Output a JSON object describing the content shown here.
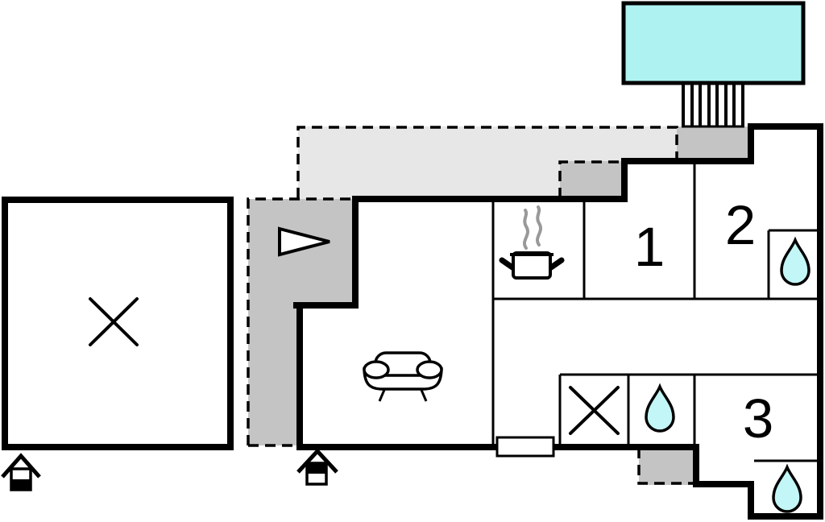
{
  "diagram": {
    "type": "vacation-home-floor-plan",
    "rooms": [
      {
        "label": "1"
      },
      {
        "label": "2"
      },
      {
        "label": "3"
      }
    ],
    "features": [
      "swimming-pool",
      "pool-steps",
      "covered-terrace-dashed",
      "side-terrace",
      "entrance-arrow",
      "annex-room-cross",
      "sofa",
      "cooking-pot",
      "shower-cross",
      "washbasin-drop-hall",
      "washbasin-drop-room2",
      "washbasin-drop-room3",
      "entrance-door",
      "ground-floor-indicator",
      "upper-floor-indicator"
    ],
    "colors": {
      "pool": "#aef2f2",
      "drop": "#c3f6f6",
      "terrace_light": "#e7e7e7",
      "terrace_dark": "#c4c4c4",
      "wall": "#000000",
      "steam": "#999999",
      "background": "#ffffff"
    }
  }
}
